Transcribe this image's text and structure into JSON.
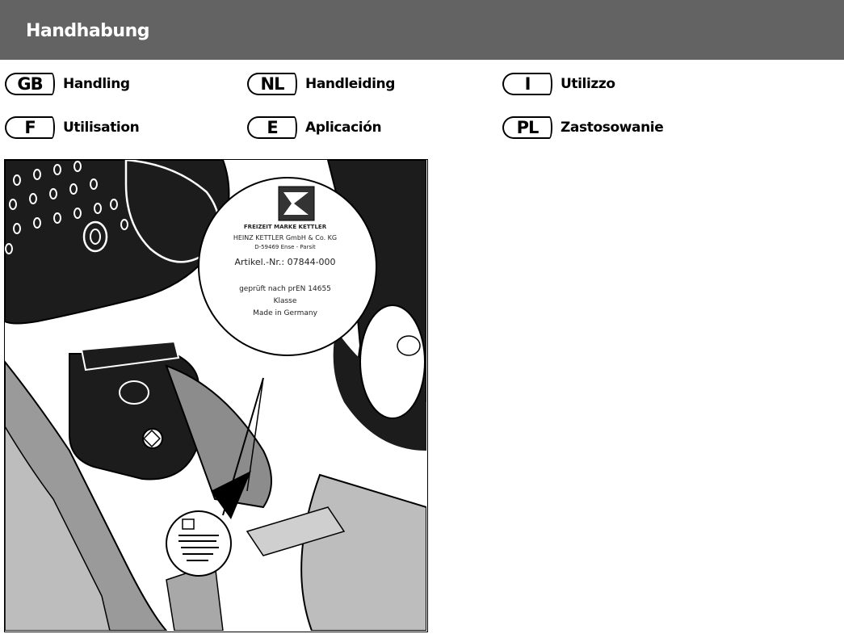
{
  "header": {
    "title": "Handhabung"
  },
  "languages": [
    {
      "code": "GB",
      "label": "Handling"
    },
    {
      "code": "NL",
      "label": "Handleiding"
    },
    {
      "code": "I",
      "label": "Utilizzo"
    },
    {
      "code": "F",
      "label": "Utilisation"
    },
    {
      "code": "E",
      "label": "Aplicación"
    },
    {
      "code": "PL",
      "label": "Zastosowanie"
    }
  ],
  "label_sticker": {
    "brand": "KETTLER",
    "line1": "FREIZEIT MARKE KETTLER",
    "line2": "HEINZ KETTLER GmbH & Co. KG",
    "line3": "D-59469 Ense - Parsit",
    "line4": "Artikel.-Nr.: 07844-000",
    "line5": "geprüft nach prEN 14655",
    "line6": "Klasse",
    "line7": "Made in Germany"
  },
  "colors": {
    "header_bg": "#636363",
    "header_text": "#ffffff"
  }
}
